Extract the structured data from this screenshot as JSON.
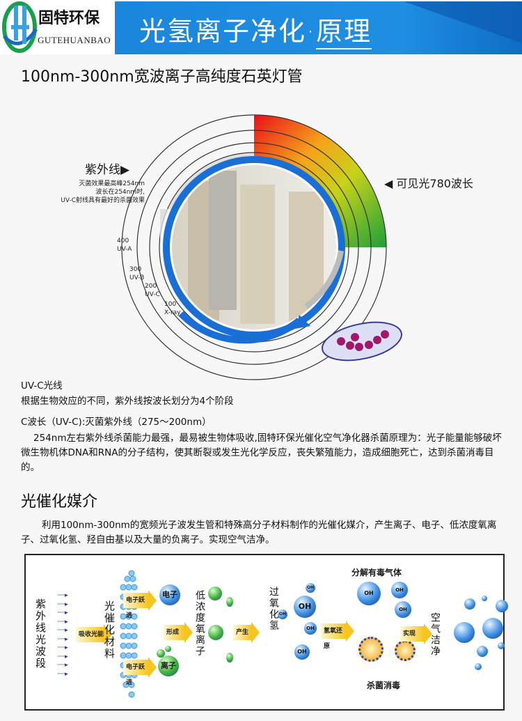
{
  "header": {
    "logo_cn": "固特环保",
    "logo_en": "GUTEHUANBAO",
    "banner_title": "光氢离子净化·",
    "banner_accent": "原理"
  },
  "subtitle": "100nm-300nm宽波离子高纯度石英灯管",
  "uv_diagram": {
    "uv_label": "紫外线▶",
    "uv_note": [
      "灭菌效果最高峰254nm",
      "波长在254nm时,",
      "UV-C射线具有最好的杀菌效果"
    ],
    "visible_label": "◀ 可见光780波长",
    "rings": [
      {
        "value": "400",
        "band": "UV-A"
      },
      {
        "value": "300",
        "band": "UV-B"
      },
      {
        "value": "200",
        "band": "UV-C"
      },
      {
        "value": "100",
        "band": "X-ray"
      }
    ]
  },
  "uvc": {
    "title": "UV-C光线",
    "line1": "根据生物效应的不同，紫外线按波长划分为4个阶段",
    "line2": "C波长（UV-C):灭菌紫外线（275～200nm）",
    "para": "254nm左右紫外线杀菌能力最强，最易被生物体吸收,固特环保光催化空气净化器杀菌原理为：光子能量能够破坏微生物机体DNA和RNA的分子结构，使其断裂或发生光化学反应，丧失繁殖能力，造成细胞死亡，达到杀菌消毒目的。"
  },
  "photocatalyst": {
    "title": "光催化媒介",
    "para": "利用100nm-300nm的宽频光子波发生管和特殊高分子材料制作的光催化媒介，产生离子、电子、低浓度氧离子、过氧化氢、羟自由基以及大量的负离子。实现空气洁净。"
  },
  "process": {
    "uv_band": "紫外线光波段",
    "absorb": "吸收光能",
    "material": "光催化材料",
    "jump1": "电子跃进",
    "jump2": "电子跃进",
    "electron": "电子",
    "ion": "离子",
    "form": "形成",
    "low_oxygen": "低浓度氧离子",
    "produce": "产生",
    "peroxide": "过氧化氢",
    "oh": "OH",
    "reduce": "氢氧还原",
    "decompose": "分解有毒气体",
    "sterilize": "杀菌消毒",
    "realize": "实现",
    "clean_air": "空气洁净"
  },
  "colors": {
    "banner": "#1f8fe3",
    "arrow": "#f7c520",
    "ring_blue": "#1a6fd6"
  }
}
